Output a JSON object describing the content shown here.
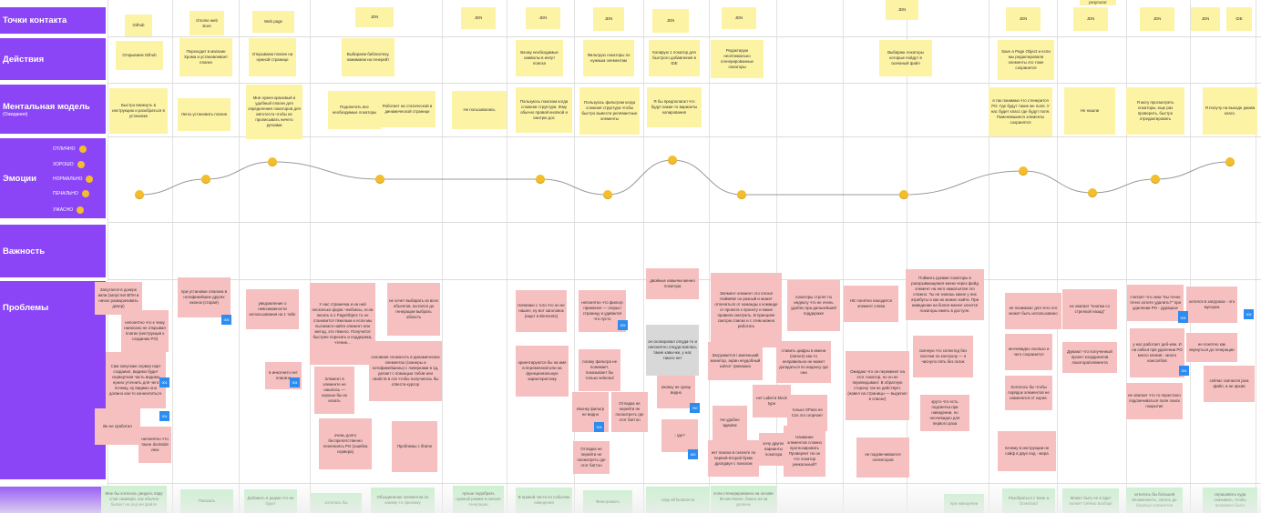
{
  "rows": {
    "touch": "Точки контакта",
    "actions": "Действия",
    "mental": "Ментальная модель",
    "mental_sub": "(Ожидания)",
    "emotions": "Эмоции",
    "importance": "Важность",
    "problems": "Проблемы"
  },
  "emotion_levels": [
    "ОТЛИЧНО",
    "ХОРОШО",
    "НОРМАЛЬНО",
    "ПЕЧАЛЬНО",
    "УЖАСНО"
  ],
  "touch_notes": [
    "Github",
    "chrome web store",
    "Web page",
    "JDN",
    "JDN",
    "JDN",
    "JDN",
    "JDN",
    "JDN",
    "JDN",
    "JDN",
    "JDN",
    "JDN",
    "JDN",
    "IDE",
    "результат"
  ],
  "action_notes": [
    "Открываем Github",
    "Переходит в магазин Хрома и устанавливает плагин",
    "Открываем плагин на нужной странице",
    "Выбираем библиотеку, нажимаем на генерейт",
    "Вхожу необходимые символы в инпут поиска",
    "Фильтрую локаторы по нужным элементам",
    "Копирую 1 локатор для быстрого добавления в IDE",
    "Редактирую неоптимально сгенерированные локаторы",
    "Выбираю локаторы которые пойдут в скачаный файл",
    "Save a Page Object и если мы редактировали элементы это тоже сохранится"
  ],
  "mental_notes": [
    "Быстро вникнуть в инструкцию и разобраться в установке",
    "Легко установить плагин",
    "Мне нужен красивый и удобный плагин для определения локаторов для автотеста чтобы не прописывать ничего ручками",
    "Подсветить все необходимые локаторы",
    "Работает на статической и динамической странице",
    "Не пользовались",
    "Пользуюсь поиском когда сложная структура. Жму обычно правой кнопкой и смотрю доc",
    "Пользуюсь фильтром когда сложная структура чтобы быстро вывести релевантные элементы",
    "Я бы предполагал что будут какие-то варианты копирования",
    "я так понимаю что стенерится PO. Где будут такие же поля. У нас будет класс где будут поля. Поменявшиеся элементы сохранятся",
    "Не нашли",
    "Я могу просмотреть локаторы, еще раз проверить, быстро отредактировать",
    "Я получу на выходе джава класс."
  ],
  "problem_notes": [
    "Запутался в докере иапи (запустил ВПН и начал разворачивать докер)",
    "непонятно что к чему написано не открывая плагин (инструкция к созданию PO)",
    "Сам запускаю сервер парт созданил, видимо будет сервертная часть видимо нужно уточнить для чего почему, ну видимо оно должно как-то коннектиться.",
    "Вн не сработал",
    "непонятно что такое dockside view",
    "при установке плагина в нотификейшне других иконок (старая)",
    "уведомление о невозможности использования на 1 табе",
    "в инкогнито нет плагина",
    "У нас страничка и на ней несколько форм: чекбоксы, если писать в 1 PageObject то он становится тяжелым и если мы пытаемся найти элемент или метод, это тяжело. Получится быстрее порезать и поддержка, чтение...",
    "Элемент в элементе не нашлось — хорошо бы их искать",
    "очень долго беспрепятственно генеенилсь PO (ошибка сервера)",
    "не хочет выбирать из всех объектов, пытался до генерации выбрать область",
    "основная сложность в динамических элементах (сканеры и нотификейшины) с поверками в 1д, делает с помощью табов или свойств в css чтобы получилось бы отвести курсор",
    "Проблемы с iframe",
    "Начинаю с того что он не нашел, ну вот заголовок (ищет в Elements)",
    "непонятно что фильтр применен — открыл страницу и удивился что пусто",
    "ориентируются бы на имя в переменной или на функциональную характеристику",
    "логику фильтра не понимает, показывает бы только selected",
    "Иконку фильтр не видно",
    "Отладка не перейти не посмотреть где этот баттон",
    "Отладка не перейти не посмотреть где этот баттон",
    "двойные кавычки менно локатора",
    "он скопировал откуда-то и непонятно откуда взялась такие кавычки, у нас такого нет",
    "иконку не сразу видно",
    "; где?",
    "Элемент-элемент это плохо! Наймём! он разный и может отличаться от команды к команде от проекта к проекту и какие правила смотреть. В принципе смотрю списки и с этим можно работать",
    "Загружается i маленький монитор, экран неудобный шёпот тринашка",
    "Не удобно вдвоём",
    "нет поиска в селекте по первой-второй буквк дропдаун с поиском",
    "нет Label в block type",
    "хочу другие варианты локатора",
    "локаторы строят по индексу что не очень удобно при дальнейшей поддержке",
    "ставить цифры в имени (name2) как-то неправильно не может догадаться по индексу где они",
    "только XPass не Css это огорчает",
    "Название элементов сложно прогнозировать Проверяет ли он что локатор уникальный?",
    "НЕ понятно находится элемент слева",
    "Ожидаю что он перемкнет на этот локатор, но он не переведывает. В обратную сторону так не действует. (навел на страницы — выделил в списке)",
    "не подсвечиваются селекторов",
    "Поймать руками локаторы в раскрывающемся меню через фейд элемент на него нажатьятая это сложно. Ты не знаешь какие у них атрибуты и как их можно найти. При наведении на более-менее хочется локаторы иметь в доступе.",
    "скачную что селектед без галочки по контролу — я чиснуло пять без галок",
    "круто что есть подсветка при наведении, но неочевидно для первого раза",
    "почему в инструкции не сайф в двух под - мера",
    "не понимают для чего это может быть использовано",
    "не хватает \"кнопка со стрелкой назад\"",
    "неочевидно сколько и чего сохранится",
    "Хотелось бы чтобы порядок элементов не изменялся от корня.",
    "Думают что полученный проект координатов локатора/элемента",
    "считает что окна \"вы точно точно хотите удалить?\" при удалении PO - дурацкое",
    "у нас работает деб-кем. И на callout при удалении PO много кликов - много кансолбов",
    "не хватает что то перестало подсвечиваться поле поиск покрытие",
    "хотелся в загрузках - это мусорка",
    "не понятно как вернуться до генерации",
    "сейчас скачался java файл, а не архив"
  ],
  "problem_badges": [
    "004",
    "005",
    "004",
    "004",
    "005",
    "004",
    "760",
    "483",
    "004",
    "005",
    "004",
    "005"
  ],
  "bottom_notes": [
    "Мне бы хотелось увидеть пару слов саммари, как обычно бывает на ред ми файле",
    "Показать",
    "Добавить в ридми что не будет",
    "хотелось бы",
    "Объединение элементов по какому то признаку",
    "лучше подобрать нужный режим в начале генерации",
    "В правой части по событию наведения",
    "Фильтровать",
    "copy all locators to",
    "если стенерированно на основе ID или Name, боюсь их за уровень",
    "при наведении",
    "Разобраться с Save a Download",
    "Может быть ее в 3дет полки? Сейчас вообще",
    "хотелось бы большей вложенность, эплоть до базовых элементов",
    "спрашивать куда скачивать, чтобы возможно было"
  ]
}
